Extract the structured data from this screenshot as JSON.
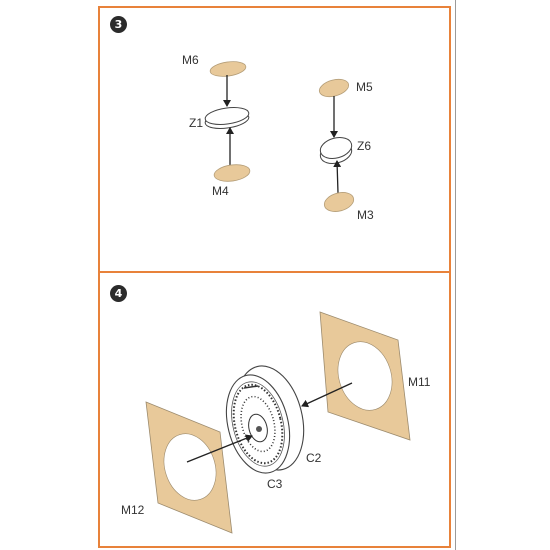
{
  "steps": [
    {
      "number": "3"
    },
    {
      "number": "4"
    }
  ],
  "labels": {
    "m6": "M6",
    "z1": "Z1",
    "m4": "M4",
    "m5": "M5",
    "z6": "Z6",
    "m3": "M3",
    "m11": "M11",
    "m12": "M12",
    "c2": "C2",
    "c3": "C3"
  },
  "colors": {
    "frame": "#e8823a",
    "mask": "#e8c99a",
    "mask_outline": "#9c8b6e",
    "part_outline": "#444444"
  }
}
